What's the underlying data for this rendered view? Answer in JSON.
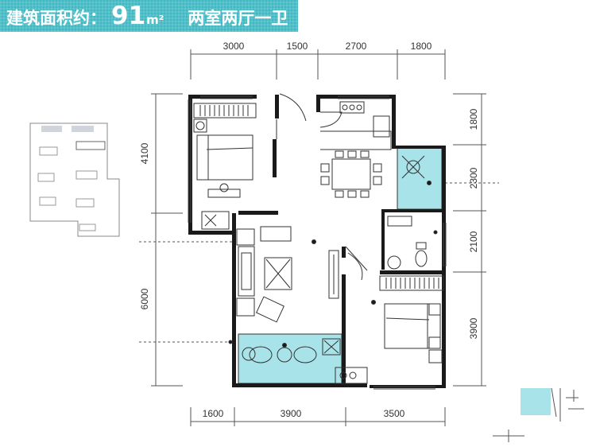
{
  "header": {
    "area_label": "建筑面积约：",
    "area_value": "91",
    "area_unit": "m²",
    "layout_type": "两室两厅一卫"
  },
  "dimensions": {
    "top": [
      "3000",
      "1500",
      "2700",
      "1800"
    ],
    "bottom": [
      "1600",
      "3900",
      "3500"
    ],
    "left": [
      "4100",
      "6000"
    ],
    "right": [
      "1800",
      "2300",
      "2100",
      "3900"
    ]
  },
  "colors": {
    "banner": "#3fb8c2",
    "wet_area": "#a9e3ea",
    "wall": "#1a1a1a",
    "dim_line": "#555555"
  }
}
